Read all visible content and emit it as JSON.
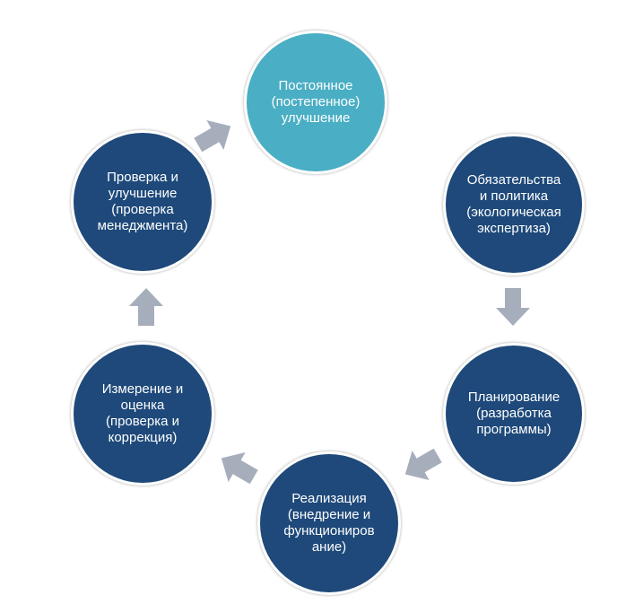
{
  "diagram": {
    "colors": {
      "accent_node": "#4aaec4",
      "primary_node": "#1e497a",
      "arrow": "#a6aebc",
      "node_text": "#ffffff"
    },
    "nodes": {
      "continuous_improvement": "Постоянное\n(постепенное)\nулучшение",
      "commitments_policy": "Обязательства\nи политика\n(экологическая\nэкспертиза)",
      "planning": "Планирование\n(разработка\nпрограммы)",
      "implementation": "Реализация\n(внедрение и\nфункциониров\nание)",
      "measurement_evaluation": "Измерение и\nоценка\n(проверка и\nкоррекция)",
      "review_improvement": "Проверка и\nулучшение\n(проверка\nменеджмента)"
    }
  }
}
